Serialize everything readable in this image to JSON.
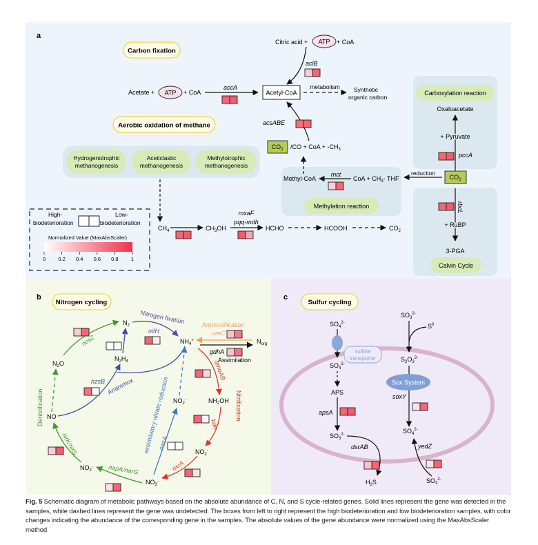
{
  "colors": {
    "panel_a_bg": "#eef4fb",
    "panel_b_bg": "#f5f9ea",
    "panel_c_bg": "#efe9f8",
    "group_box_bg": "#dce8f0",
    "green_pill": "#d8eab8",
    "yellow_pill_border": "#f2d64b",
    "co2_fill": "#b6cc55",
    "atp_fill": "#f9dfea",
    "nitrogen_fixation": "#5b4aa8",
    "anammox": "#3a4fa0",
    "denitrification": "#3f9a2f",
    "ammonification": "#f0a060",
    "nitrification": "#d83a28",
    "assimilatory": "#3f78c2",
    "cell_membrane": "#d8b3c9",
    "transporter": "#8aa8d8",
    "sox_system": "#7f9fd6",
    "scale_low": "#ffffff",
    "scale_high": "#f0324a"
  },
  "panel_a": {
    "label": "a",
    "pills": {
      "carbon_fixation": "Carbon fixation",
      "aerobic_oxidation": "Aerobic oxidation of methane"
    },
    "methanogenesis": [
      "Hydrogenotrophic|methanogenesis",
      "Aceticlastic|methanogenesis",
      "Methylotrophic|methanogenesis"
    ],
    "acetate_reaction": {
      "left": "Acetate +",
      "atp": "ATP",
      "right": "+ CoA",
      "gene": "accA",
      "abundance": [
        0.75,
        0.8
      ]
    },
    "citric_reaction": {
      "left": "Citric acid +",
      "atp": "ATP",
      "right": "+ CoA",
      "gene": "aclB",
      "abundance": [
        0.25,
        0.75
      ]
    },
    "acetyl_coa": "Acetyl-CoA",
    "metabolism_label": "metabolism",
    "synthetic": [
      "Synthetic",
      "organic carbon"
    ],
    "acsABE": {
      "gene": "acsABE",
      "abundance": [
        0.7,
        0.75
      ]
    },
    "co2_label": "CO2",
    "co_coa_ch3": "/CO + CoA + -CH3",
    "methylation": {
      "title": "Methylation reaction",
      "product": "Methyl-CoA",
      "substrate": "CoA + CH3-THF",
      "gene": "mct",
      "abundance": [
        0.25,
        0.75
      ]
    },
    "reduction_label": "reduction",
    "carboxylation": {
      "title": "Carboxylation reaction",
      "product": "Oxaloacetate",
      "cosubstrate": "+ Pyruvate",
      "gene": "pccA",
      "abundance": [
        0.75,
        0.8
      ]
    },
    "calvin": {
      "title": "Calvin Cycle",
      "product": "3-PGA",
      "cosubstrate": "+ RuBP",
      "gene": "rbcL",
      "abundance": [
        0.75,
        0.8
      ]
    },
    "methane_chain": {
      "ch4": "CH4",
      "ch3oh": "CH3OH",
      "hcho": "HCHO",
      "hcooh": "HCOOH",
      "co2": "CO2",
      "gene1_abundance": [
        0.75,
        0.8
      ],
      "gene2_top": "mxaF",
      "gene2_bottom": "pqq-mdh",
      "gene2_abundance": [
        0.8,
        0.45
      ]
    },
    "legend": {
      "high": [
        "High-",
        "biodeterioration"
      ],
      "low": [
        "Low-",
        "biodeterioration"
      ],
      "scale_title": "Normalized Value (MaxAbsScaler)",
      "ticks": [
        "0",
        "0.2",
        "0.4",
        "0.6",
        "0.8",
        "1"
      ]
    }
  },
  "panel_b": {
    "label": "b",
    "title": "Nitrogen cycling",
    "species": {
      "n2": "N2",
      "n2h4": "N2H4",
      "n2o": "N2O",
      "no": "NO",
      "nh4": "NH4+",
      "norg": "Norg",
      "no2_assim": "NO2-",
      "nh2oh": "NH2OH",
      "no2_nitr": "NO2-",
      "no2_denitr": "NO2-",
      "no3": "NO3-"
    },
    "labels": {
      "nitrogen_fixation": "Nitrogen fixation",
      "anammox": "Anammox",
      "ammonification": "Ammonification",
      "assimilation": "Assimilation",
      "nitrification": "Nitrification",
      "denitrification": "Denitrification",
      "assimilatory": "assimilatory nitrate reduction"
    },
    "genes": [
      {
        "name": "nosZ",
        "abundance": [
          0.25,
          0.75
        ]
      },
      {
        "name": "hzsB",
        "abundance": [
          0.7,
          0.0
        ]
      },
      {
        "name": "nifH",
        "abundance": [
          0.75,
          0.1
        ]
      },
      {
        "name": "ureC",
        "abundance": [
          0.3,
          0.65
        ]
      },
      {
        "name": "gdhA",
        "abundance": [
          0.3,
          0.7
        ]
      },
      {
        "name": "amoAB",
        "abundance": [
          0.75,
          0.2
        ]
      },
      {
        "name": "hao",
        "abundance": [
          0.75,
          0.05
        ]
      },
      {
        "name": "nxrA",
        "abundance": [
          0.75,
          0.15
        ]
      },
      {
        "name": "nasA",
        "abundance": [
          0.0,
          0.0
        ]
      },
      {
        "name": "napA/narG",
        "abundance": [
          0.15,
          0.75
        ]
      },
      {
        "name": "nirK/nirS",
        "abundance": [
          0.25,
          0.8
        ]
      },
      {
        "name": "N2H4-box",
        "abundance": [
          0.0,
          0.0
        ]
      }
    ]
  },
  "panel_c": {
    "label": "c",
    "title": "Sulfur cycling",
    "species": {
      "so4_out": "SO4 2-",
      "so4_in": "SO4 2-",
      "aps": "APS",
      "so3_in": "SO3 2-",
      "h2s": "H2S",
      "so3_top": "SO3 2-",
      "s0": "S0",
      "s2o3": "S2O3 2-",
      "so4_sox": "SO4 2-",
      "so3_bottom": "SO3 2-"
    },
    "transporter": [
      "sulfate",
      "transporter"
    ],
    "sox": "Sox System",
    "genes": [
      {
        "name": "apsA",
        "abundance": [
          0.75,
          0.8
        ]
      },
      {
        "name": "dsrAB",
        "abundance": [
          0.3,
          0.75
        ]
      },
      {
        "name": "soxY",
        "abundance": [
          0.15,
          0.75
        ]
      },
      {
        "name": "yedZ",
        "abundance": [
          0.15,
          0.75
        ]
      }
    ]
  },
  "caption": {
    "label": "Fig. 5",
    "text": "Schematic diagram of metabolic pathways based on the absolute abundance of C, N, and S cycle-related genes. Solid lines represent the gene was detected in the samples, while dashed lines represent the gene was undetected. The boxes from left to right represent the high biodeterioration and low biodeterioration samples, with color changes indicating the abundance of the corresponding gene in the samples. The absolute values of the gene abundance were normalized using the MaxAbsScaler method"
  }
}
